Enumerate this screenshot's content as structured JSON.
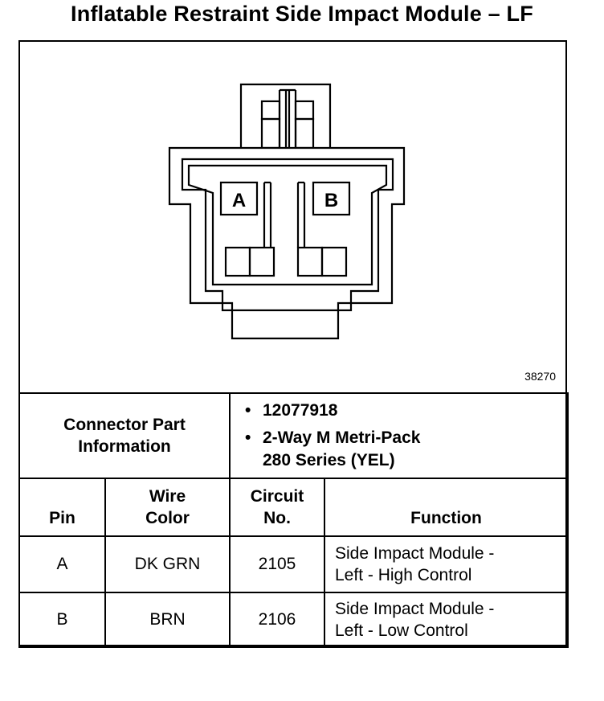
{
  "title": "Inflatable Restraint Side Impact Module – LF",
  "figure_number": "38270",
  "connector": {
    "pin_labels": [
      "A",
      "B"
    ]
  },
  "part_info": {
    "label_line1": "Connector Part",
    "label_line2": "Information",
    "bullet1": "12077918",
    "bullet2_line1": "2-Way M Metri-Pack",
    "bullet2_line2": "280 Series (YEL)",
    "bullet_symbol": "•"
  },
  "table": {
    "headers": {
      "pin": "Pin",
      "wire_line1": "Wire",
      "wire_line2": "Color",
      "circuit_line1": "Circuit",
      "circuit_line2": "No.",
      "function": "Function"
    },
    "rows": [
      {
        "pin": "A",
        "wire_color": "DK GRN",
        "circuit": "2105",
        "function_line1": "Side Impact Module -",
        "function_line2": "Left - High Control"
      },
      {
        "pin": "B",
        "wire_color": "BRN",
        "circuit": "2106",
        "function_line1": "Side Impact Module -",
        "function_line2": "Left - Low Control"
      }
    ]
  }
}
